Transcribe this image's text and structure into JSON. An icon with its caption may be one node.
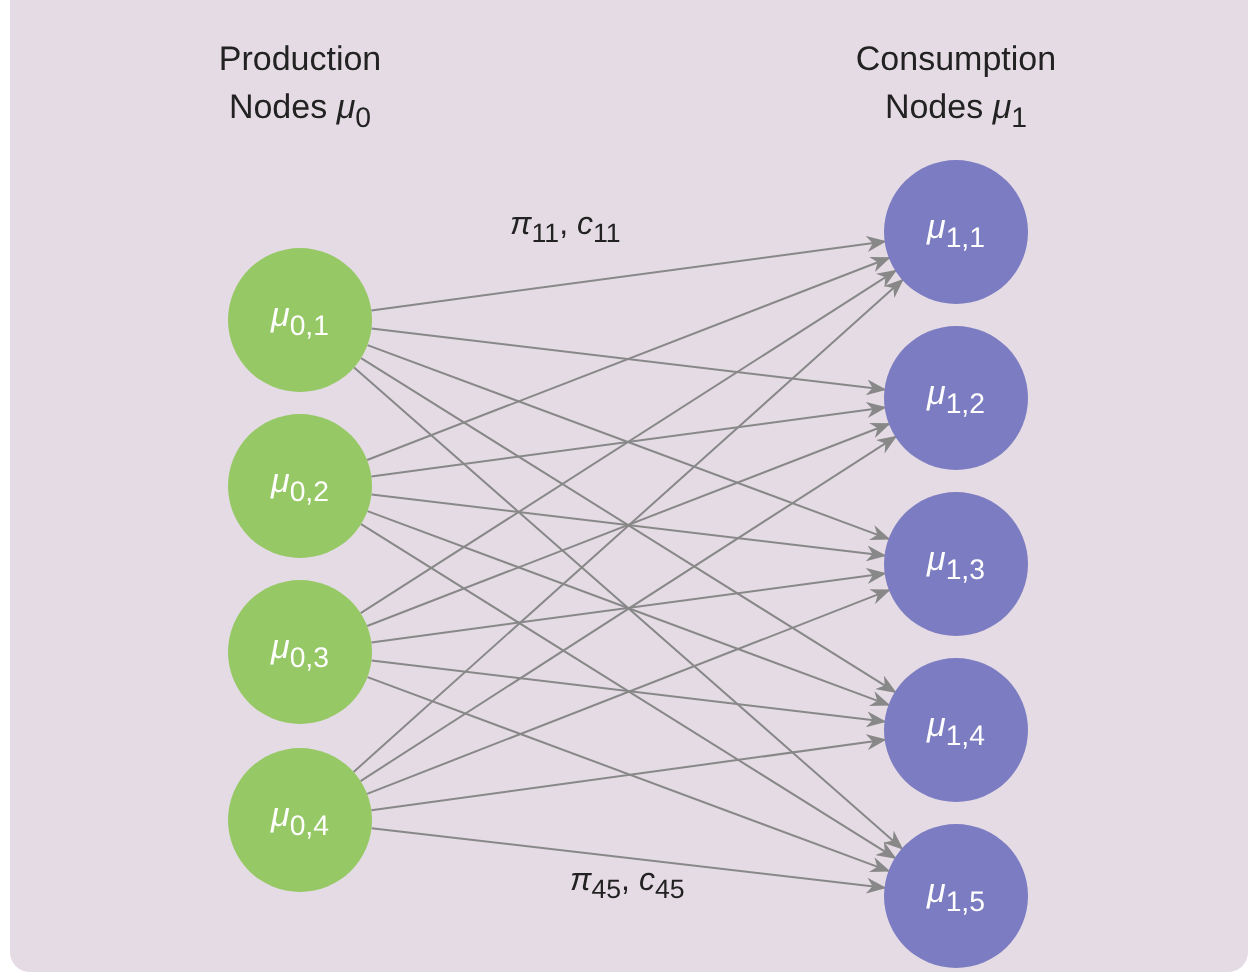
{
  "diagram": {
    "nodes": [
      {
        "text": [
          "*μ*$_{0,1}$"
        ]
      },
      {
        "text": [
          "*μ*$_{0,2}$"
        ]
      },
      {
        "text": [
          "*μ*$_{0,3}$"
        ]
      },
      {
        "text": [
          "*μ*$_{0,4}$"
        ]
      },
      {
        "text": [
          "*μ*$_{1,1}$"
        ]
      },
      {
        "text": [
          "*μ*$_{1,2}$"
        ]
      },
      {
        "text": [
          "*μ*$_{1,3}$"
        ]
      },
      {
        "text": [
          "*μ*$_{1,4}$"
        ]
      },
      {
        "text": [
          "*μ*$_{1,5}$"
        ]
      }
    ],
    "edges": [
      {
        "from": 0,
        "to": 4,
        "arrow": "to",
        "label": "*π*$_{11}$, *c*$_{11}$"
      },
      {
        "from": 0,
        "to": 5,
        "arrow": "to"
      },
      {
        "from": 0,
        "to": 6,
        "arrow": "to"
      },
      {
        "from": 0,
        "to": 7,
        "arrow": "to"
      },
      {
        "from": 0,
        "to": 8,
        "arrow": "to"
      },
      {
        "from": 1,
        "to": 4,
        "arrow": "to"
      },
      {
        "from": 1,
        "to": 5,
        "arrow": "to"
      },
      {
        "from": 1,
        "to": 6,
        "arrow": "to"
      },
      {
        "from": 1,
        "to": 7,
        "arrow": "to"
      },
      {
        "from": 1,
        "to": 8,
        "arrow": "to"
      },
      {
        "from": 2,
        "to": 4,
        "arrow": "to"
      },
      {
        "from": 2,
        "to": 5,
        "arrow": "to"
      },
      {
        "from": 2,
        "to": 6,
        "arrow": "to"
      },
      {
        "from": 2,
        "to": 7,
        "arrow": "to"
      },
      {
        "from": 2,
        "to": 8,
        "arrow": "to"
      },
      {
        "from": 3,
        "to": 4,
        "arrow": "to"
      },
      {
        "from": 3,
        "to": 5,
        "arrow": "to"
      },
      {
        "from": 3,
        "to": 6,
        "arrow": "to"
      },
      {
        "from": 3,
        "to": 7,
        "arrow": "to"
      },
      {
        "from": 3,
        "to": 8,
        "arrow": "to",
        "label": "*π*$_{45}$, *c*$_{45}$"
      }
    ],
    "labels": [
      "Production Nodes *μ*$_{0}$",
      "Consumption Nodes *μ*$_{1}$"
    ]
  }
}
